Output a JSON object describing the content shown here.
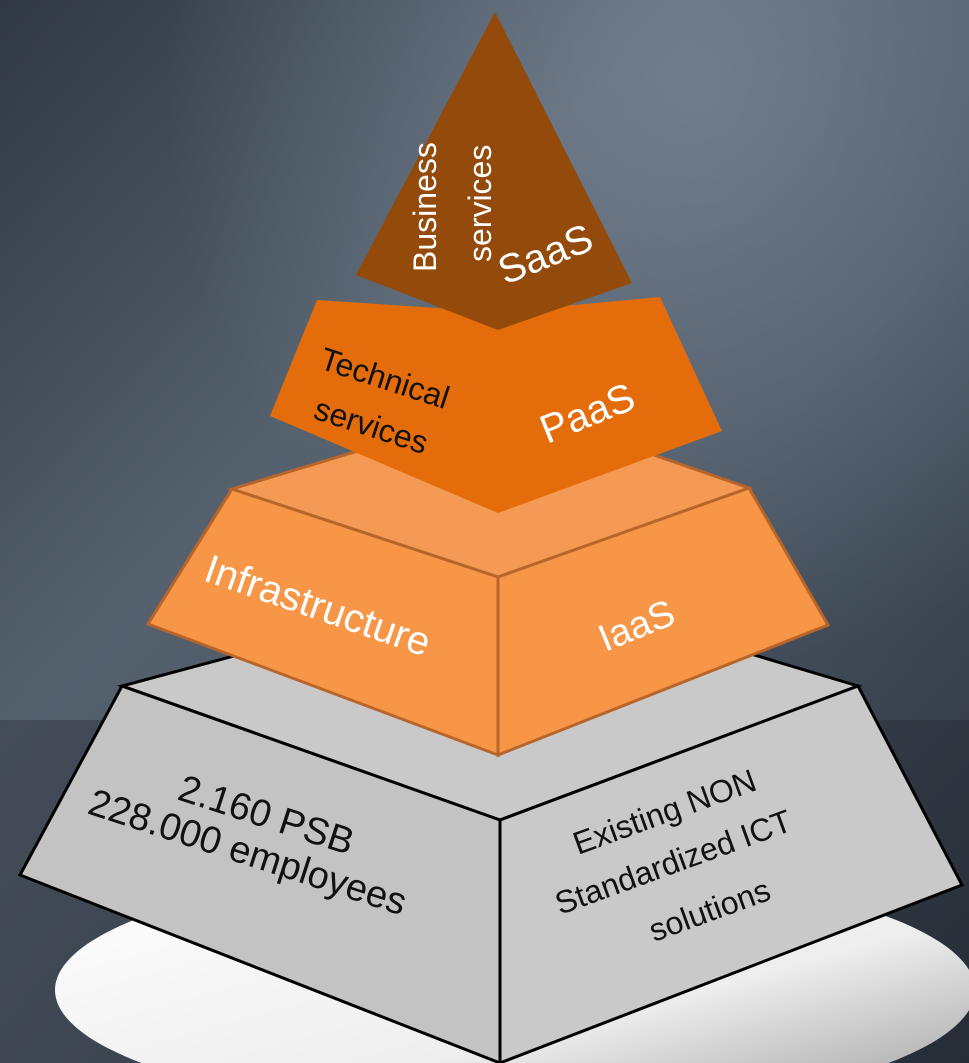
{
  "colors": {
    "background": "#46525f",
    "saas": "#934a0b",
    "paas": "#e46c0a",
    "iaas": "#f79646",
    "base": "#c8c8c8",
    "outline_base": "#000000",
    "outline_iaas": "#b9652a"
  },
  "tiers": {
    "saas": {
      "label": "Business services",
      "label_line1": "Business",
      "label_line2": "services",
      "acronym": "SaaS"
    },
    "paas": {
      "label_line1": "Technical",
      "label_line2": "services",
      "acronym": "PaaS"
    },
    "iaas": {
      "label": "Infrastructure",
      "acronym": "IaaS"
    },
    "base": {
      "left_line1": "2.160 PSB",
      "left_line2": "228.000 employees",
      "right_line1": "Existing NON",
      "right_line2": "Standardized ICT",
      "right_line3": "solutions"
    }
  }
}
